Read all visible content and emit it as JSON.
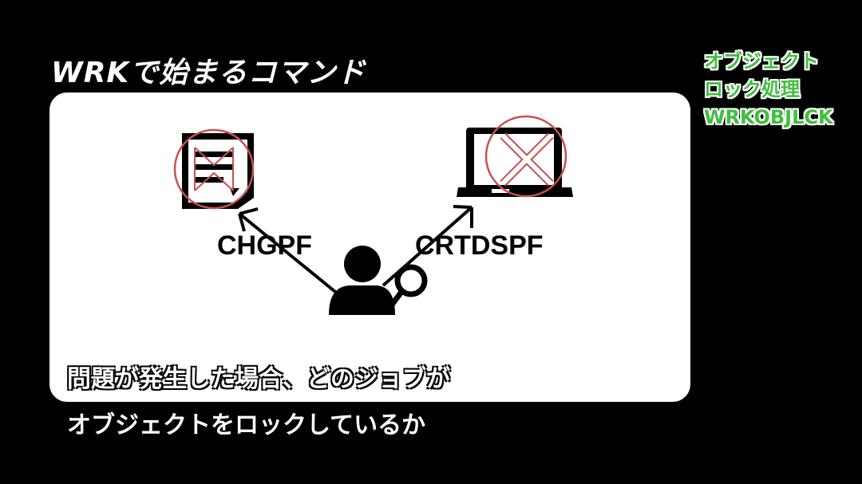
{
  "slide": {
    "title": "WRKで始まるコマンド",
    "side_label": [
      "オブジェクト",
      "ロック処理",
      "WRKOBJLCK"
    ],
    "commands": {
      "left": "CHGPF",
      "right": "CRTDSPF"
    },
    "subtitle": [
      "問題が発生した場合、どのジョブが",
      "オブジェクトをロックしているか"
    ],
    "icons": [
      "document-icon",
      "laptop-icon",
      "user-icon",
      "magnifier-icon",
      "prohibited-x-icon"
    ],
    "colors": {
      "accent_green": "#3fbf3f",
      "cross_red": "#c85050"
    }
  }
}
